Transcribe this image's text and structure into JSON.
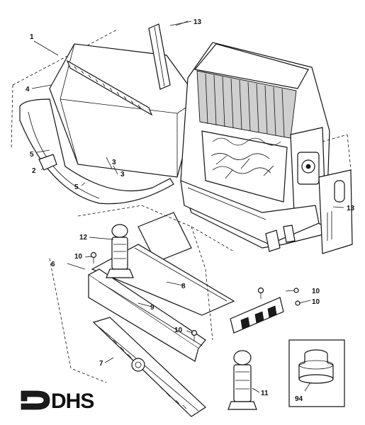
{
  "callouts": {
    "c1": "1",
    "c2": "2",
    "c3a": "3",
    "c3b": "3",
    "c4": "4",
    "c5a": "5",
    "c5b": "5",
    "c6": "6",
    "c7": "7",
    "c8": "8",
    "c9": "9",
    "c10a": "10",
    "c10b": "10",
    "c10c": "10",
    "c10d": "10",
    "c11": "11",
    "c12": "12",
    "c13a": "13",
    "c13b": "13",
    "c94": "94"
  },
  "logo": {
    "text": "DHS"
  }
}
